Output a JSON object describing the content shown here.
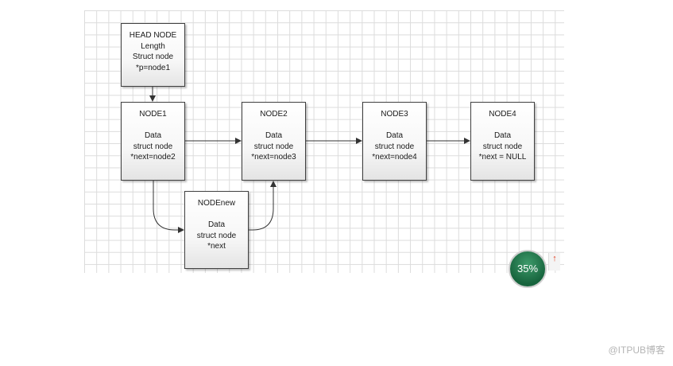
{
  "nodes": {
    "head": [
      "HEAD NODE",
      "Length",
      "Struct node",
      "*p=node1"
    ],
    "node1": [
      "NODE1",
      "",
      "Data",
      "struct node",
      "*next=node2"
    ],
    "node2": [
      "NODE2",
      "",
      "Data",
      "struct node",
      "*next=node3"
    ],
    "node3": [
      "NODE3",
      "",
      "Data",
      "struct node",
      "*next=node4"
    ],
    "node4": [
      "NODE4",
      "",
      "Data",
      "struct node",
      "*next = NULL"
    ],
    "nodenew": [
      "NODEnew",
      "",
      "Data",
      "struct node",
      "*next"
    ]
  },
  "zoom_badge": "35%",
  "scroll_up_glyph": "↑",
  "watermark": "@ITPUB博客",
  "colors": {
    "connector": "#333333",
    "badge": "#1f7a4a",
    "grid": "#dcdcdc"
  }
}
